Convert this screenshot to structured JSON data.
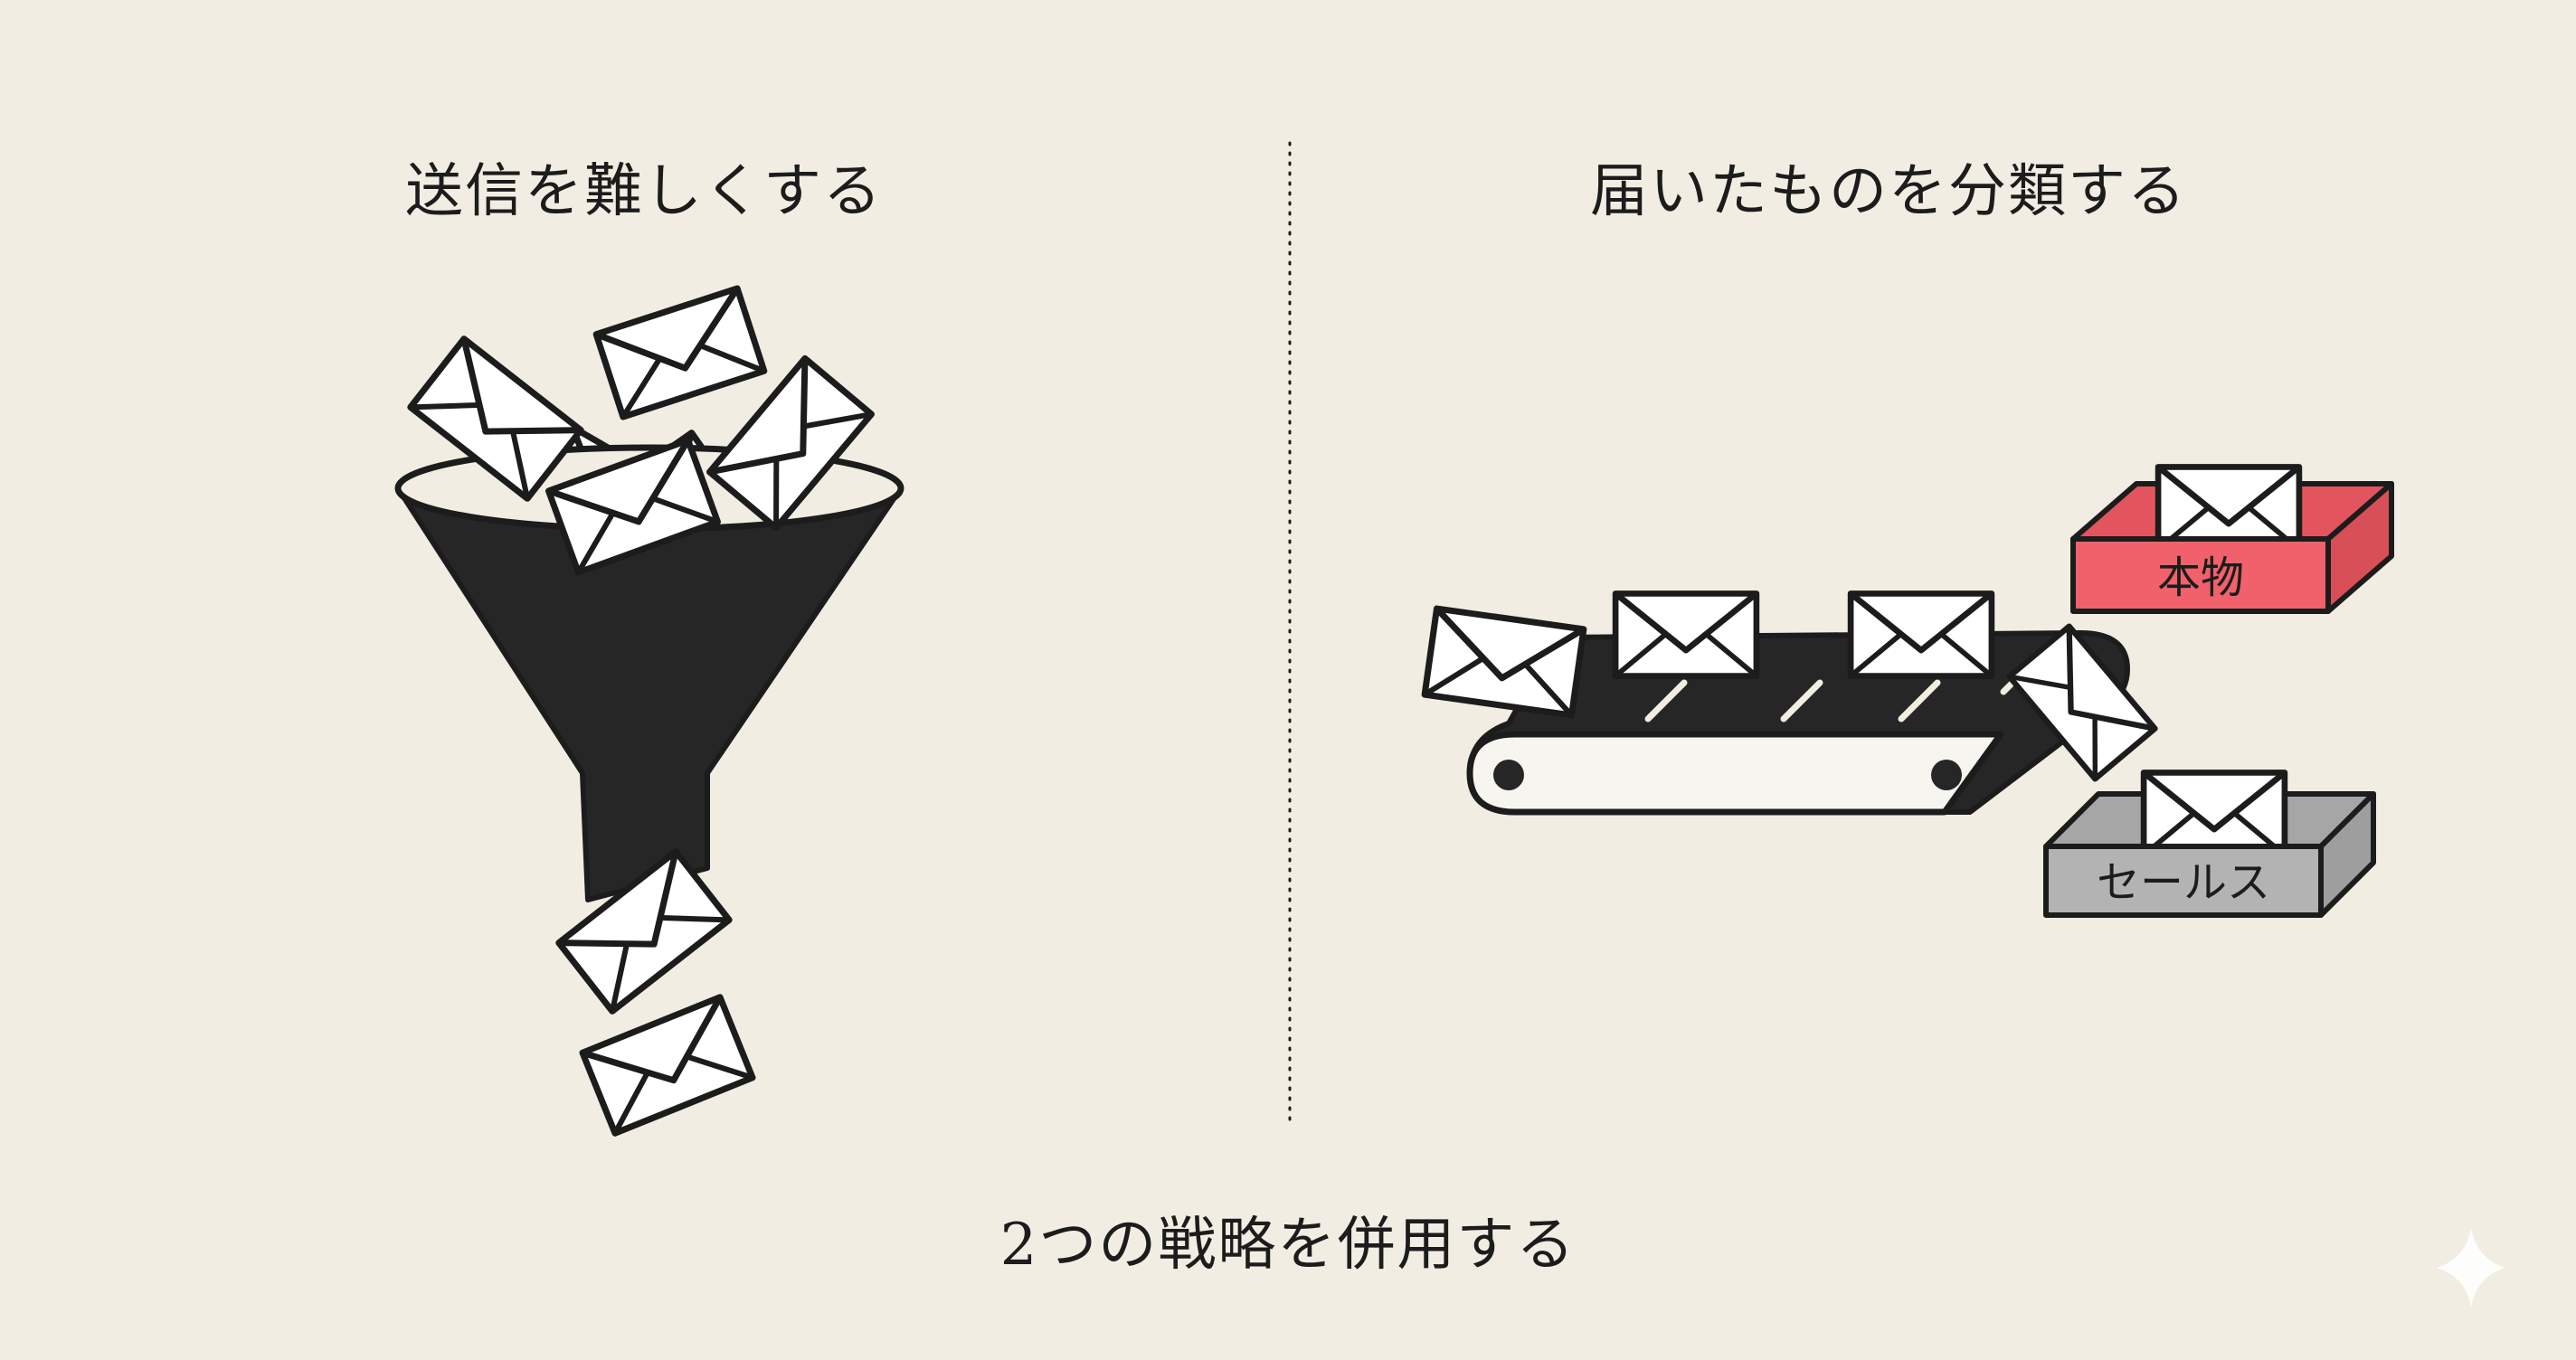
{
  "diagram": {
    "left_panel": {
      "title": "送信を難しくする"
    },
    "right_panel": {
      "title": "届いたものを分類する",
      "bins": [
        {
          "label": "本物",
          "color": "#f0616b"
        },
        {
          "label": "セールス",
          "color": "#b3b3b3"
        }
      ]
    },
    "caption": "2つの戦略を併用する"
  },
  "colors": {
    "background": "#f1ede3",
    "ink": "#1c1c1c",
    "envelope_fill": "#ffffff",
    "funnel_fill": "#262626"
  },
  "icons": [
    "funnel-icon",
    "envelope-icon",
    "conveyor-belt-icon",
    "sparkle-icon"
  ]
}
